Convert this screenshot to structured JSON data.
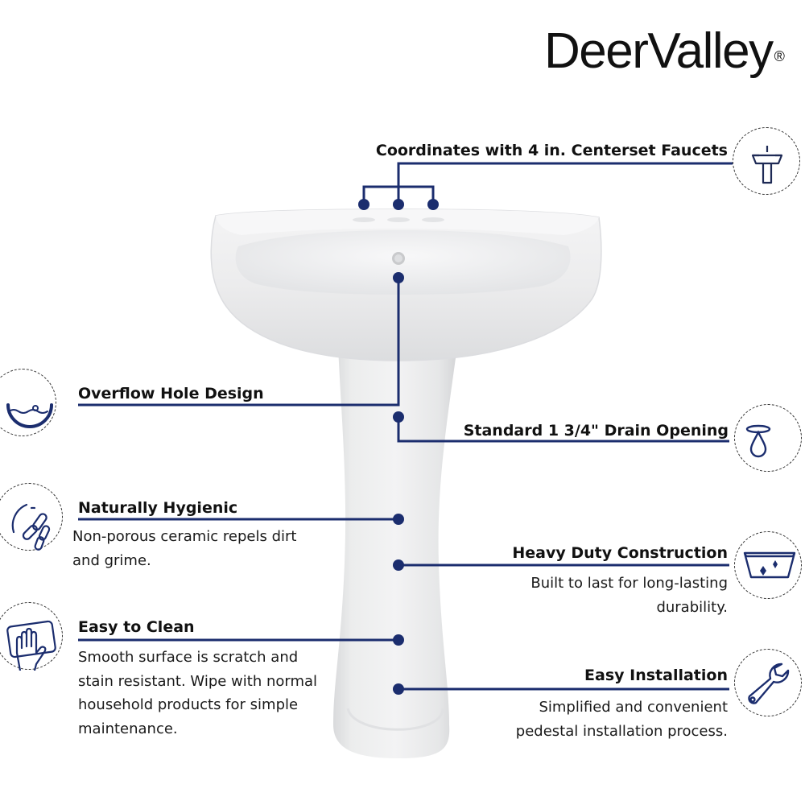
{
  "brand": {
    "name": "DeerValley",
    "registered_mark": "®"
  },
  "colors": {
    "accent": "#1b2d6e",
    "text": "#111111",
    "background": "#ffffff"
  },
  "features": [
    {
      "id": "faucets",
      "title": "Coordinates with 4 in. Centerset Faucets",
      "description": "",
      "icon": "pedestal-sink-icon",
      "side": "right"
    },
    {
      "id": "overflow",
      "title": "Overflow Hole Design",
      "description": "",
      "icon": "overflow-basin-icon",
      "side": "left"
    },
    {
      "id": "drain",
      "title": "Standard 1 3/4\" Drain Opening",
      "description": "",
      "icon": "drain-drop-icon",
      "side": "right"
    },
    {
      "id": "hygienic",
      "title": "Naturally Hygienic",
      "description_lines": [
        "Non-porous ceramic repels dirt",
        "and grime."
      ],
      "icon": "bacteria-icon",
      "side": "left"
    },
    {
      "id": "heavy_duty",
      "title": "Heavy Duty Construction",
      "description_lines": [
        "Built to last for long-lasting",
        "durability."
      ],
      "icon": "sturdy-basin-icon",
      "side": "right"
    },
    {
      "id": "easy_clean",
      "title": "Easy to Clean",
      "description_lines": [
        "Smooth surface is scratch and",
        "stain resistant. Wipe with normal",
        "household products for simple",
        "maintenance."
      ],
      "icon": "hand-wipe-icon",
      "side": "left"
    },
    {
      "id": "installation",
      "title": "Easy Installation",
      "description_lines": [
        "Simplified and convenient",
        "pedestal installation process."
      ],
      "icon": "wrench-icon",
      "side": "right"
    }
  ]
}
